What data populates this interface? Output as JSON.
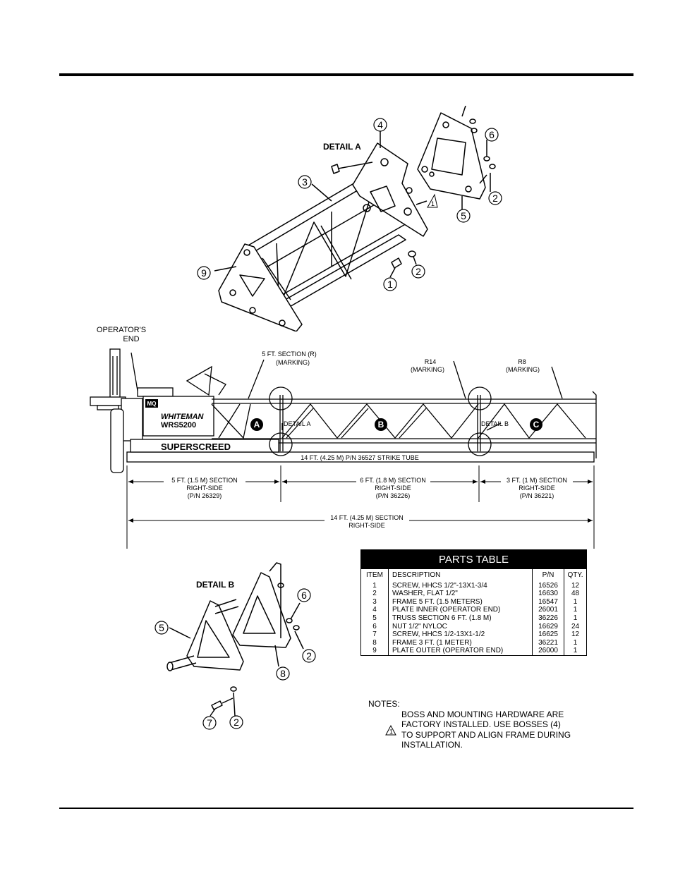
{
  "detail_a": {
    "title": "DETAIL A",
    "callouts": [
      "4",
      "3",
      "6",
      "2",
      "5",
      "9",
      "2",
      "1"
    ],
    "note_marker": "1"
  },
  "elevation": {
    "operators_end": [
      "OPERATOR'S",
      "END"
    ],
    "section_r_label": [
      "5 FT.  SECTION (R)",
      "(MARKING)"
    ],
    "r14_label": [
      "R14",
      "(MARKING)"
    ],
    "r8_label": [
      "R8",
      "(MARKING)"
    ],
    "section_letters": [
      "A",
      "B",
      "C"
    ],
    "detail_a_tag": "DETAIL A",
    "detail_b_tag": "DETAIL B",
    "brand_logo": "MQ",
    "brand_name": "WHITEMAN",
    "model": "WRS5200",
    "product_name": "SUPERSCREED",
    "strike_tube": "14 FT. (4.25 M) P/N 36527 STRIKE TUBE"
  },
  "dimensions": {
    "sec1": [
      "5 FT. (1.5 M) SECTION",
      "RIGHT-SIDE",
      "(P/N 26329)"
    ],
    "sec2": [
      "6 FT. (1.8 M) SECTION",
      "RIGHT-SIDE",
      "(P/N 36226)"
    ],
    "sec3": [
      "3 FT. (1 M) SECTION",
      "RIGHT-SIDE",
      "(P/N 36221)"
    ],
    "total": [
      "14 FT. (4.25 M) SECTION",
      "RIGHT-SIDE"
    ]
  },
  "detail_b": {
    "title": "DETAIL B",
    "callouts": [
      "6",
      "5",
      "2",
      "8",
      "7",
      "2"
    ]
  },
  "parts_table": {
    "title": "PARTS TABLE",
    "headers": {
      "item": "ITEM",
      "description": "DESCRIPTION",
      "pn": "P/N",
      "qty": "QTY."
    },
    "rows": [
      {
        "item": "1",
        "description": "SCREW, HHCS 1/2\"-13X1-3/4",
        "pn": "16526",
        "qty": "12"
      },
      {
        "item": "2",
        "description": "WASHER, FLAT 1/2\"",
        "pn": "16630",
        "qty": "48"
      },
      {
        "item": "3",
        "description": "FRAME 5 FT. (1.5 METERS)",
        "pn": "16547",
        "qty": "1"
      },
      {
        "item": "4",
        "description": "PLATE INNER (OPERATOR END)",
        "pn": "26001",
        "qty": "1"
      },
      {
        "item": "5",
        "description": "TRUSS SECTION 6 FT. (1.8 M)",
        "pn": "36226",
        "qty": "1"
      },
      {
        "item": "6",
        "description": "NUT 1/2\" NYLOC",
        "pn": "16629",
        "qty": "24"
      },
      {
        "item": "7",
        "description": "SCREW, HHCS 1/2-13X1-1/2",
        "pn": "16625",
        "qty": "12"
      },
      {
        "item": "8",
        "description": "FRAME 3 FT. (1 METER)",
        "pn": "36221",
        "qty": "1"
      },
      {
        "item": "9",
        "description": "PLATE OUTER (OPERATOR END)",
        "pn": "26000",
        "qty": "1"
      }
    ]
  },
  "notes": {
    "heading": "NOTES:",
    "marker": "1",
    "lines": [
      "BOSS AND MOUNTING HARDWARE ARE",
      "FACTORY INSTALLED. USE BOSSES (4)",
      "TO SUPPORT AND ALIGN FRAME DURING",
      "INSTALLATION."
    ]
  }
}
